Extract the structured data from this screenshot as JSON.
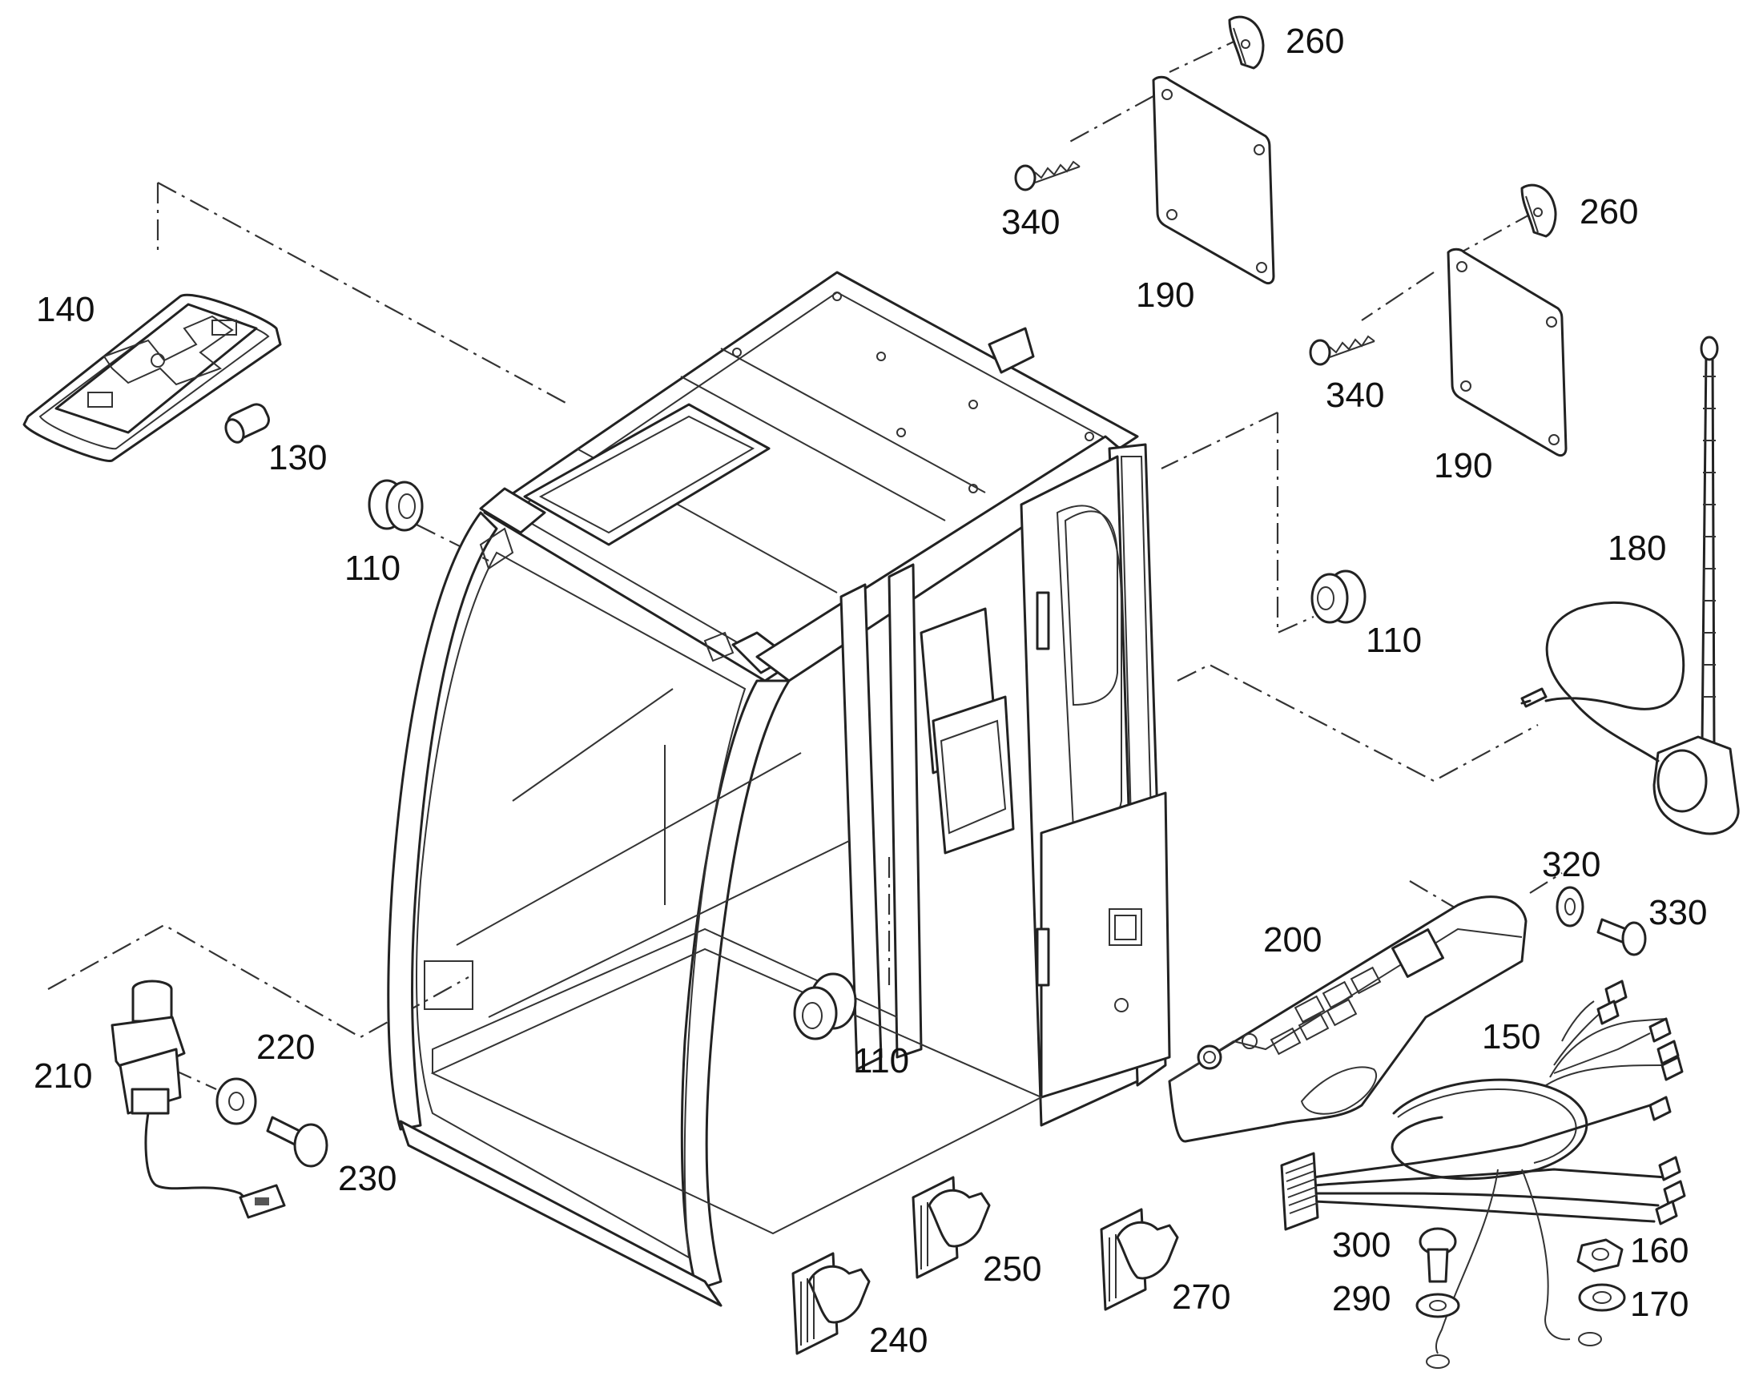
{
  "figure": {
    "part_numbers": [
      "110",
      "130",
      "140",
      "150",
      "160",
      "170",
      "180",
      "190",
      "200",
      "210",
      "220",
      "230",
      "240",
      "250",
      "260",
      "270",
      "290",
      "300",
      "320",
      "330",
      "340"
    ]
  },
  "callouts": {
    "c140": "140",
    "c130": "130",
    "c110a": "110",
    "c110b": "110",
    "c110c": "110",
    "c260a": "260",
    "c260b": "260",
    "c340a": "340",
    "c340b": "340",
    "c190a": "190",
    "c190b": "190",
    "c180": "180",
    "c320": "320",
    "c330": "330",
    "c200": "200",
    "c150": "150",
    "c210": "210",
    "c220": "220",
    "c230": "230",
    "c240": "240",
    "c250": "250",
    "c270": "270",
    "c300": "300",
    "c290": "290",
    "c160": "160",
    "c170": "170"
  },
  "colors": {
    "line": "#222222",
    "background": "#ffffff"
  }
}
